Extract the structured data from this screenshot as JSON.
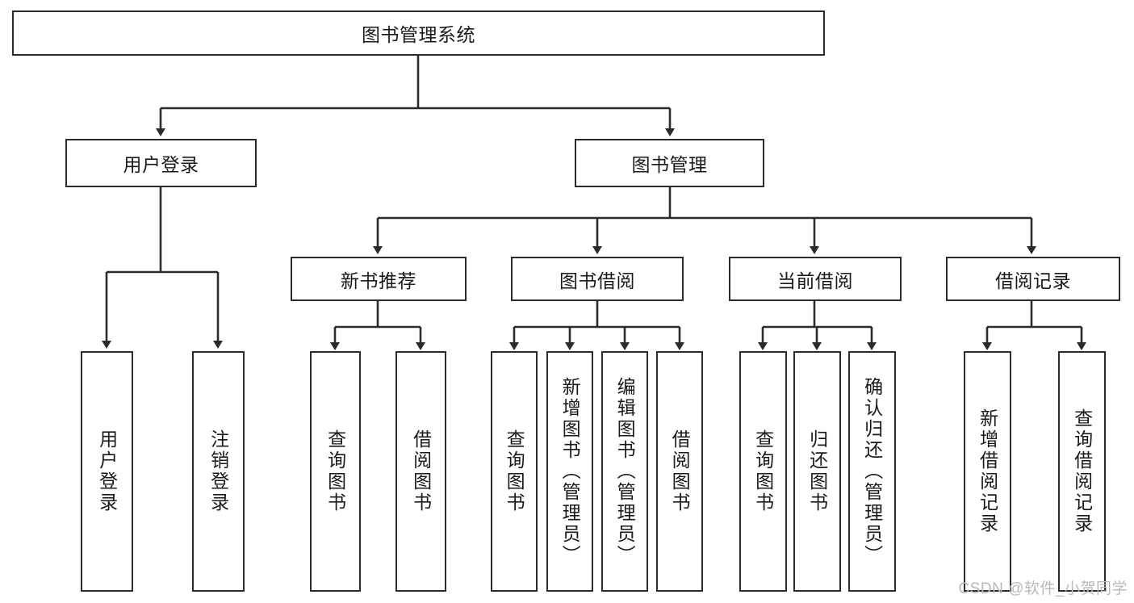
{
  "diagram": {
    "title": "图书管理系统",
    "type": "功能结构图",
    "root": {
      "label": "图书管理系统"
    },
    "level2": [
      {
        "label": "用户登录"
      },
      {
        "label": "图书管理"
      }
    ],
    "level3": [
      {
        "label": "新书推荐"
      },
      {
        "label": "图书借阅"
      },
      {
        "label": "当前借阅"
      },
      {
        "label": "借阅记录"
      }
    ],
    "leaves": {
      "user_login": [
        {
          "label": "用户登录"
        },
        {
          "label": "注销登录"
        }
      ],
      "new_book_recommend": [
        {
          "label": "查询图书"
        },
        {
          "label": "借阅图书"
        }
      ],
      "book_borrow": [
        {
          "label": "查询图书"
        },
        {
          "label": "新增图书（管理员）"
        },
        {
          "label": "编辑图书（管理员）"
        },
        {
          "label": "借阅图书"
        }
      ],
      "current_borrow": [
        {
          "label": "查询图书"
        },
        {
          "label": "归还图书"
        },
        {
          "label": "确认归还（管理员）"
        }
      ],
      "borrow_record": [
        {
          "label": "新增借阅记录"
        },
        {
          "label": "查询借阅记录"
        }
      ]
    },
    "watermark": "CSDN @软件_小贺同学",
    "colors": {
      "stroke": "#2b2b2b",
      "fill": "#ffffff",
      "text": "#1a1a1a",
      "watermark": "#b9b9b9"
    }
  }
}
